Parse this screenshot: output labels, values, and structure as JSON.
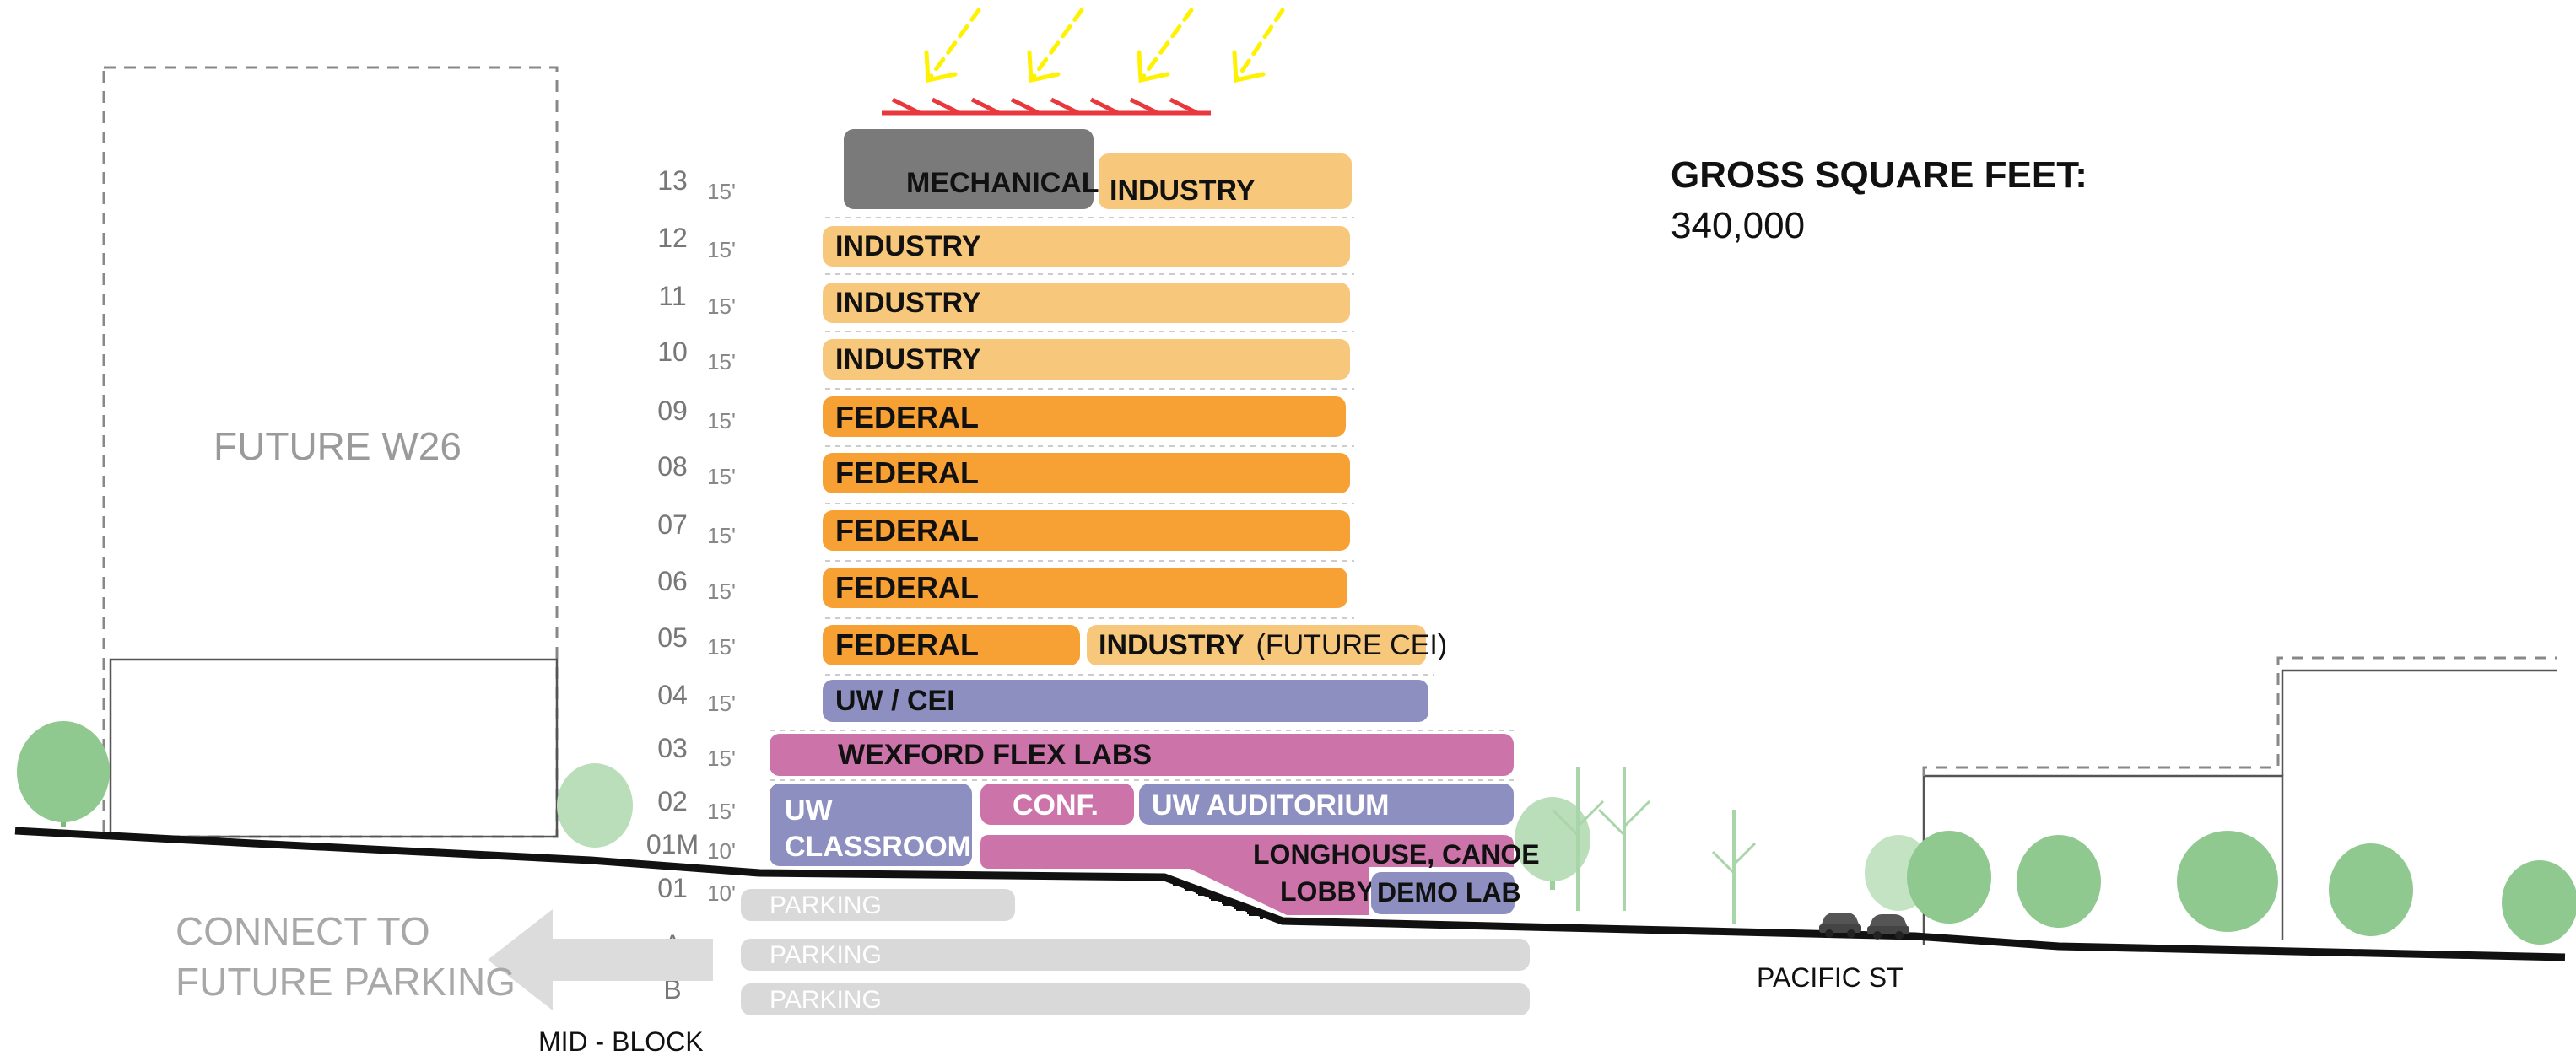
{
  "summary": {
    "gross_title": "GROSS SQUARE FEET:",
    "gross_value": "340,000"
  },
  "labels": {
    "future_building": "FUTURE W26",
    "connect_line1": "CONNECT TO",
    "connect_line2": "FUTURE PARKING",
    "mid_block": "MID - BLOCK",
    "pacific_st": "PACIFIC ST"
  },
  "floors": [
    {
      "level": "13",
      "height": "15'"
    },
    {
      "level": "12",
      "height": "15'"
    },
    {
      "level": "11",
      "height": "15'"
    },
    {
      "level": "10",
      "height": "15'"
    },
    {
      "level": "09",
      "height": "15'"
    },
    {
      "level": "08",
      "height": "15'"
    },
    {
      "level": "07",
      "height": "15'"
    },
    {
      "level": "06",
      "height": "15'"
    },
    {
      "level": "05",
      "height": "15'"
    },
    {
      "level": "04",
      "height": "15'"
    },
    {
      "level": "03",
      "height": "15'"
    },
    {
      "level": "02",
      "height": "15'"
    },
    {
      "level": "01M",
      "height": "10'"
    },
    {
      "level": "01",
      "height": "10'"
    },
    {
      "level": "A",
      "height": ""
    },
    {
      "level": "B",
      "height": ""
    }
  ],
  "programs": {
    "mechanical": "MECHANICAL",
    "industry_13": "INDUSTRY",
    "industry_12": "INDUSTRY",
    "industry_11": "INDUSTRY",
    "industry_10": "INDUSTRY",
    "federal_09": "FEDERAL",
    "federal_08": "FEDERAL",
    "federal_07": "FEDERAL",
    "federal_06": "FEDERAL",
    "federal_05": "FEDERAL",
    "industry_05": "INDUSTRY",
    "industry_05_note": "(FUTURE CEI)",
    "uw_cei": "UW / CEI",
    "wexford": "WEXFORD FLEX LABS",
    "uw_classroom_1": "UW",
    "uw_classroom_2": "CLASSROOM",
    "conf": "CONF.",
    "uw_auditorium": "UW AUDITORIUM",
    "longhouse": "LONGHOUSE, CANOE",
    "lobby": "LOBBY",
    "demo_lab": "DEMO LAB",
    "parking_01": "PARKING",
    "parking_a": "PARKING",
    "parking_b": "PARKING"
  },
  "colors": {
    "industry": "#f7c77c",
    "federal": "#f7a135",
    "uw": "#8c8fbf",
    "wexford": "#cc73aa",
    "mechanical": "#7a7a7a",
    "parking": "#d9d9d9",
    "sun_arrows": "#fff200",
    "sun_shade": "#e8383d",
    "trees": "#8fc98f"
  },
  "icons": [
    "sun-arrow-icon",
    "sunshade-fins-icon",
    "tree-icon",
    "car-icon",
    "left-arrow-icon"
  ]
}
